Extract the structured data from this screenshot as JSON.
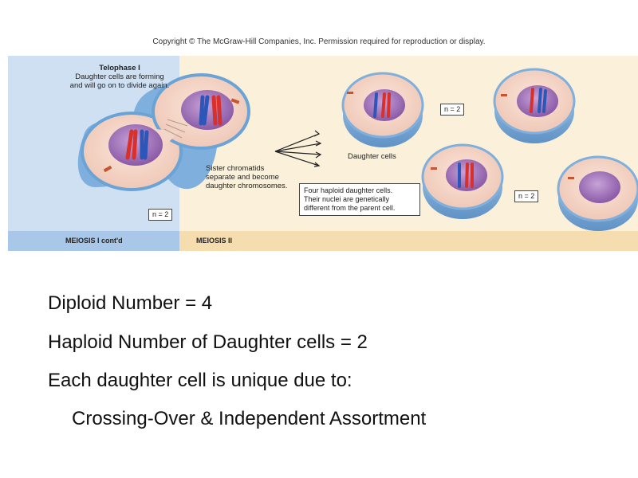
{
  "copyright": "Copyright © The McGraw-Hill Companies, Inc. Permission required for reproduction or display.",
  "figure": {
    "telophase_title": "Telophase I",
    "telophase_desc_1": "Daughter cells are forming",
    "telophase_desc_2": "and will go on to divide again.",
    "sister_1": "Sister chromatids",
    "sister_2": "separate and become",
    "sister_3": "daughter chromosomes.",
    "daughter_cells": "Daughter cells",
    "info_1": "Four haploid daughter cells.",
    "info_2": "Their nuclei are genetically",
    "info_3": "different from the parent cell.",
    "n_left": "n = 2",
    "n_top": "n = 2",
    "n_right": "n = 2",
    "band_left": "MEIOSIS I cont'd",
    "band_right": "MEIOSIS II"
  },
  "text": {
    "line1": "Diploid Number = 4",
    "line2": "Haploid Number of Daughter cells = 2",
    "line3": "Each daughter cell is unique due to:",
    "line4": "Crossing-Over &  Independent Assortment"
  },
  "colors": {
    "left_panel": "#cfe0f2",
    "right_panel": "#fbf0d9",
    "band_left": "#a9c7e8",
    "band_right": "#f6ddb0",
    "cytoplasm": "#f5ddd0",
    "nucleus": "#a77cc2",
    "chrom_red": "#d9302a",
    "chrom_blue": "#2c57b8"
  }
}
